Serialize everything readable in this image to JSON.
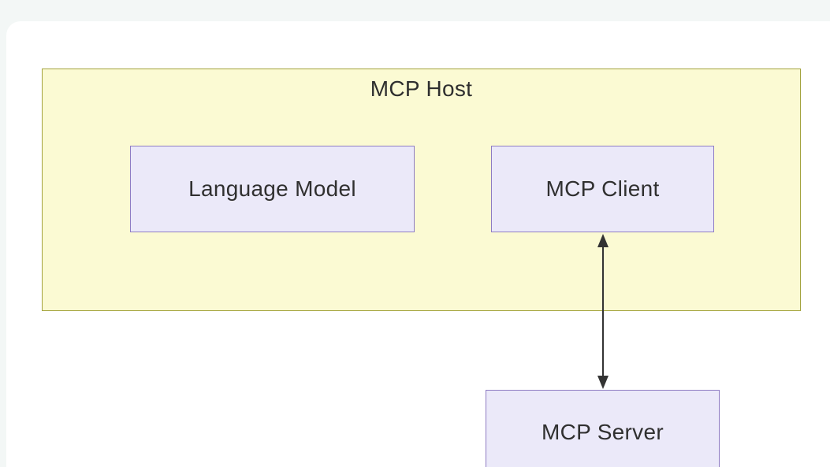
{
  "page": {
    "background_color": "#f3f7f6",
    "canvas_color": "#ffffff"
  },
  "diagram": {
    "type": "flowchart",
    "host": {
      "label": "MCP Host",
      "fill_color": "#fbfad3",
      "border_color": "#a3a33d",
      "contains": [
        "Language Model",
        "MCP Client"
      ]
    },
    "nodes": [
      {
        "id": "language-model",
        "label": "Language Model",
        "fill_color": "#ebe9f9",
        "border_color": "#8e7cc3"
      },
      {
        "id": "mcp-client",
        "label": "MCP Client",
        "fill_color": "#ebe9f9",
        "border_color": "#8e7cc3"
      },
      {
        "id": "mcp-server",
        "label": "MCP Server",
        "fill_color": "#ebe9f9",
        "border_color": "#8e7cc3"
      }
    ],
    "edges": [
      {
        "from": "MCP Client",
        "to": "MCP Server",
        "style": "bidirectional-arrow",
        "color": "#333333"
      }
    ],
    "text_color": "#303030"
  }
}
